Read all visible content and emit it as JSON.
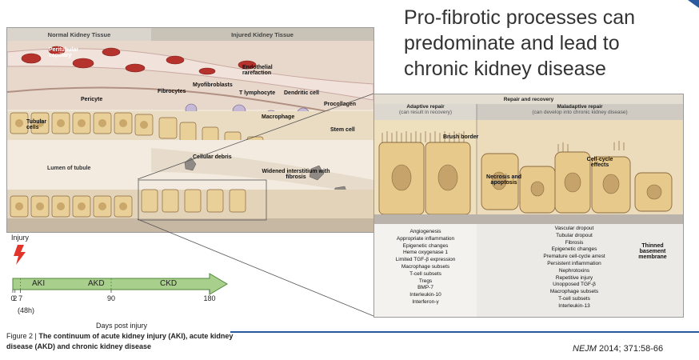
{
  "slide": {
    "title": "Pro-fibrotic processes can predominate and lead to chronic kidney disease",
    "citation_journal": "NEJM",
    "citation_ref": " 2014; 371:58-66"
  },
  "figure": {
    "panel_left": {
      "header_normal": "Normal Kidney Tissue",
      "header_injured": "Injured Kidney Tissue",
      "labels": {
        "peritubular_capillary": "Peritubular capillary",
        "pericyte": "Pericyte",
        "tubular_cells": "Tubular cells",
        "lumen": "Lumen of tubule",
        "endothelial_rarefaction": "Endothelial rarefaction",
        "fibrocytes": "Fibrocytes",
        "myofibroblasts": "Myofibroblasts",
        "t_lymphocyte": "T lymphocyte",
        "dendritic_cell": "Dendritic cell",
        "macrophage": "Macrophage",
        "procollagen": "Procollagen",
        "stem_cell": "Stem cell",
        "cellular_debris": "Cellular debris",
        "widened_interstitium": "Widened interstitium with fibrosis"
      }
    },
    "panel_right": {
      "header": "Repair and recovery",
      "adaptive_title": "Adaptive repair",
      "adaptive_sub": "(can result in recovery)",
      "maladaptive_title": "Maladaptive repair",
      "maladaptive_sub": "(can develop into chronic kidney disease)",
      "labels": {
        "brush_border": "Brush border",
        "necrosis": "Necrosis and apoptosis",
        "cell_cycle": "Cell-cycle effects",
        "thinned_membrane": "Thinned basement membrane"
      },
      "adaptive_list": [
        "Angiogenesis",
        "Appropriate inflammation",
        "Epigenetic changes",
        "Heme oxygenase 1",
        "Limited TGF-β expression",
        "Macrophage subsets",
        "T-cell subsets",
        "Tregs",
        "BMP-7",
        "Interleukin-10",
        "Interferon-γ"
      ],
      "maladaptive_list": [
        "Vascular dropout",
        "Tubular dropout",
        "Fibrosis",
        "Epigenetic changes",
        "Premature cell-cycle arrest",
        "Persistent inflammation",
        "Nephrotoxins",
        "Repetitive injury",
        "Unopposed TGF-β",
        "Macrophage subsets",
        "T-cell subsets",
        "Interleukin-13"
      ]
    },
    "timeline": {
      "injury_label": "Injury",
      "phases": [
        {
          "name": "AKI",
          "start": 0,
          "end": 7
        },
        {
          "name": "AKD",
          "start": 7,
          "end": 90
        },
        {
          "name": "CKD",
          "start": 90,
          "end": 180
        }
      ],
      "ticks": [
        {
          "value": 0,
          "label": "0"
        },
        {
          "value": 2,
          "label": "2"
        },
        {
          "value": 7,
          "label": "7"
        },
        {
          "value": 90,
          "label": "90"
        },
        {
          "value": 180,
          "label": "180"
        }
      ],
      "tick_note": "(48h)",
      "axis_label": "Days post injury"
    },
    "caption": {
      "prefix": "Figure 2 | ",
      "text": "The continuum of acute kidney injury (AKI), acute kidney disease (AKD) and chronic kidney disease"
    },
    "colors": {
      "timeline_fill": "#a8cf8c",
      "timeline_stroke": "#4f8a3a",
      "injury_bolt": "#e2342a",
      "divider": "#2b5a9c",
      "capillary_red": "#b5332c",
      "tubule_cell": "#e9cf98"
    }
  }
}
